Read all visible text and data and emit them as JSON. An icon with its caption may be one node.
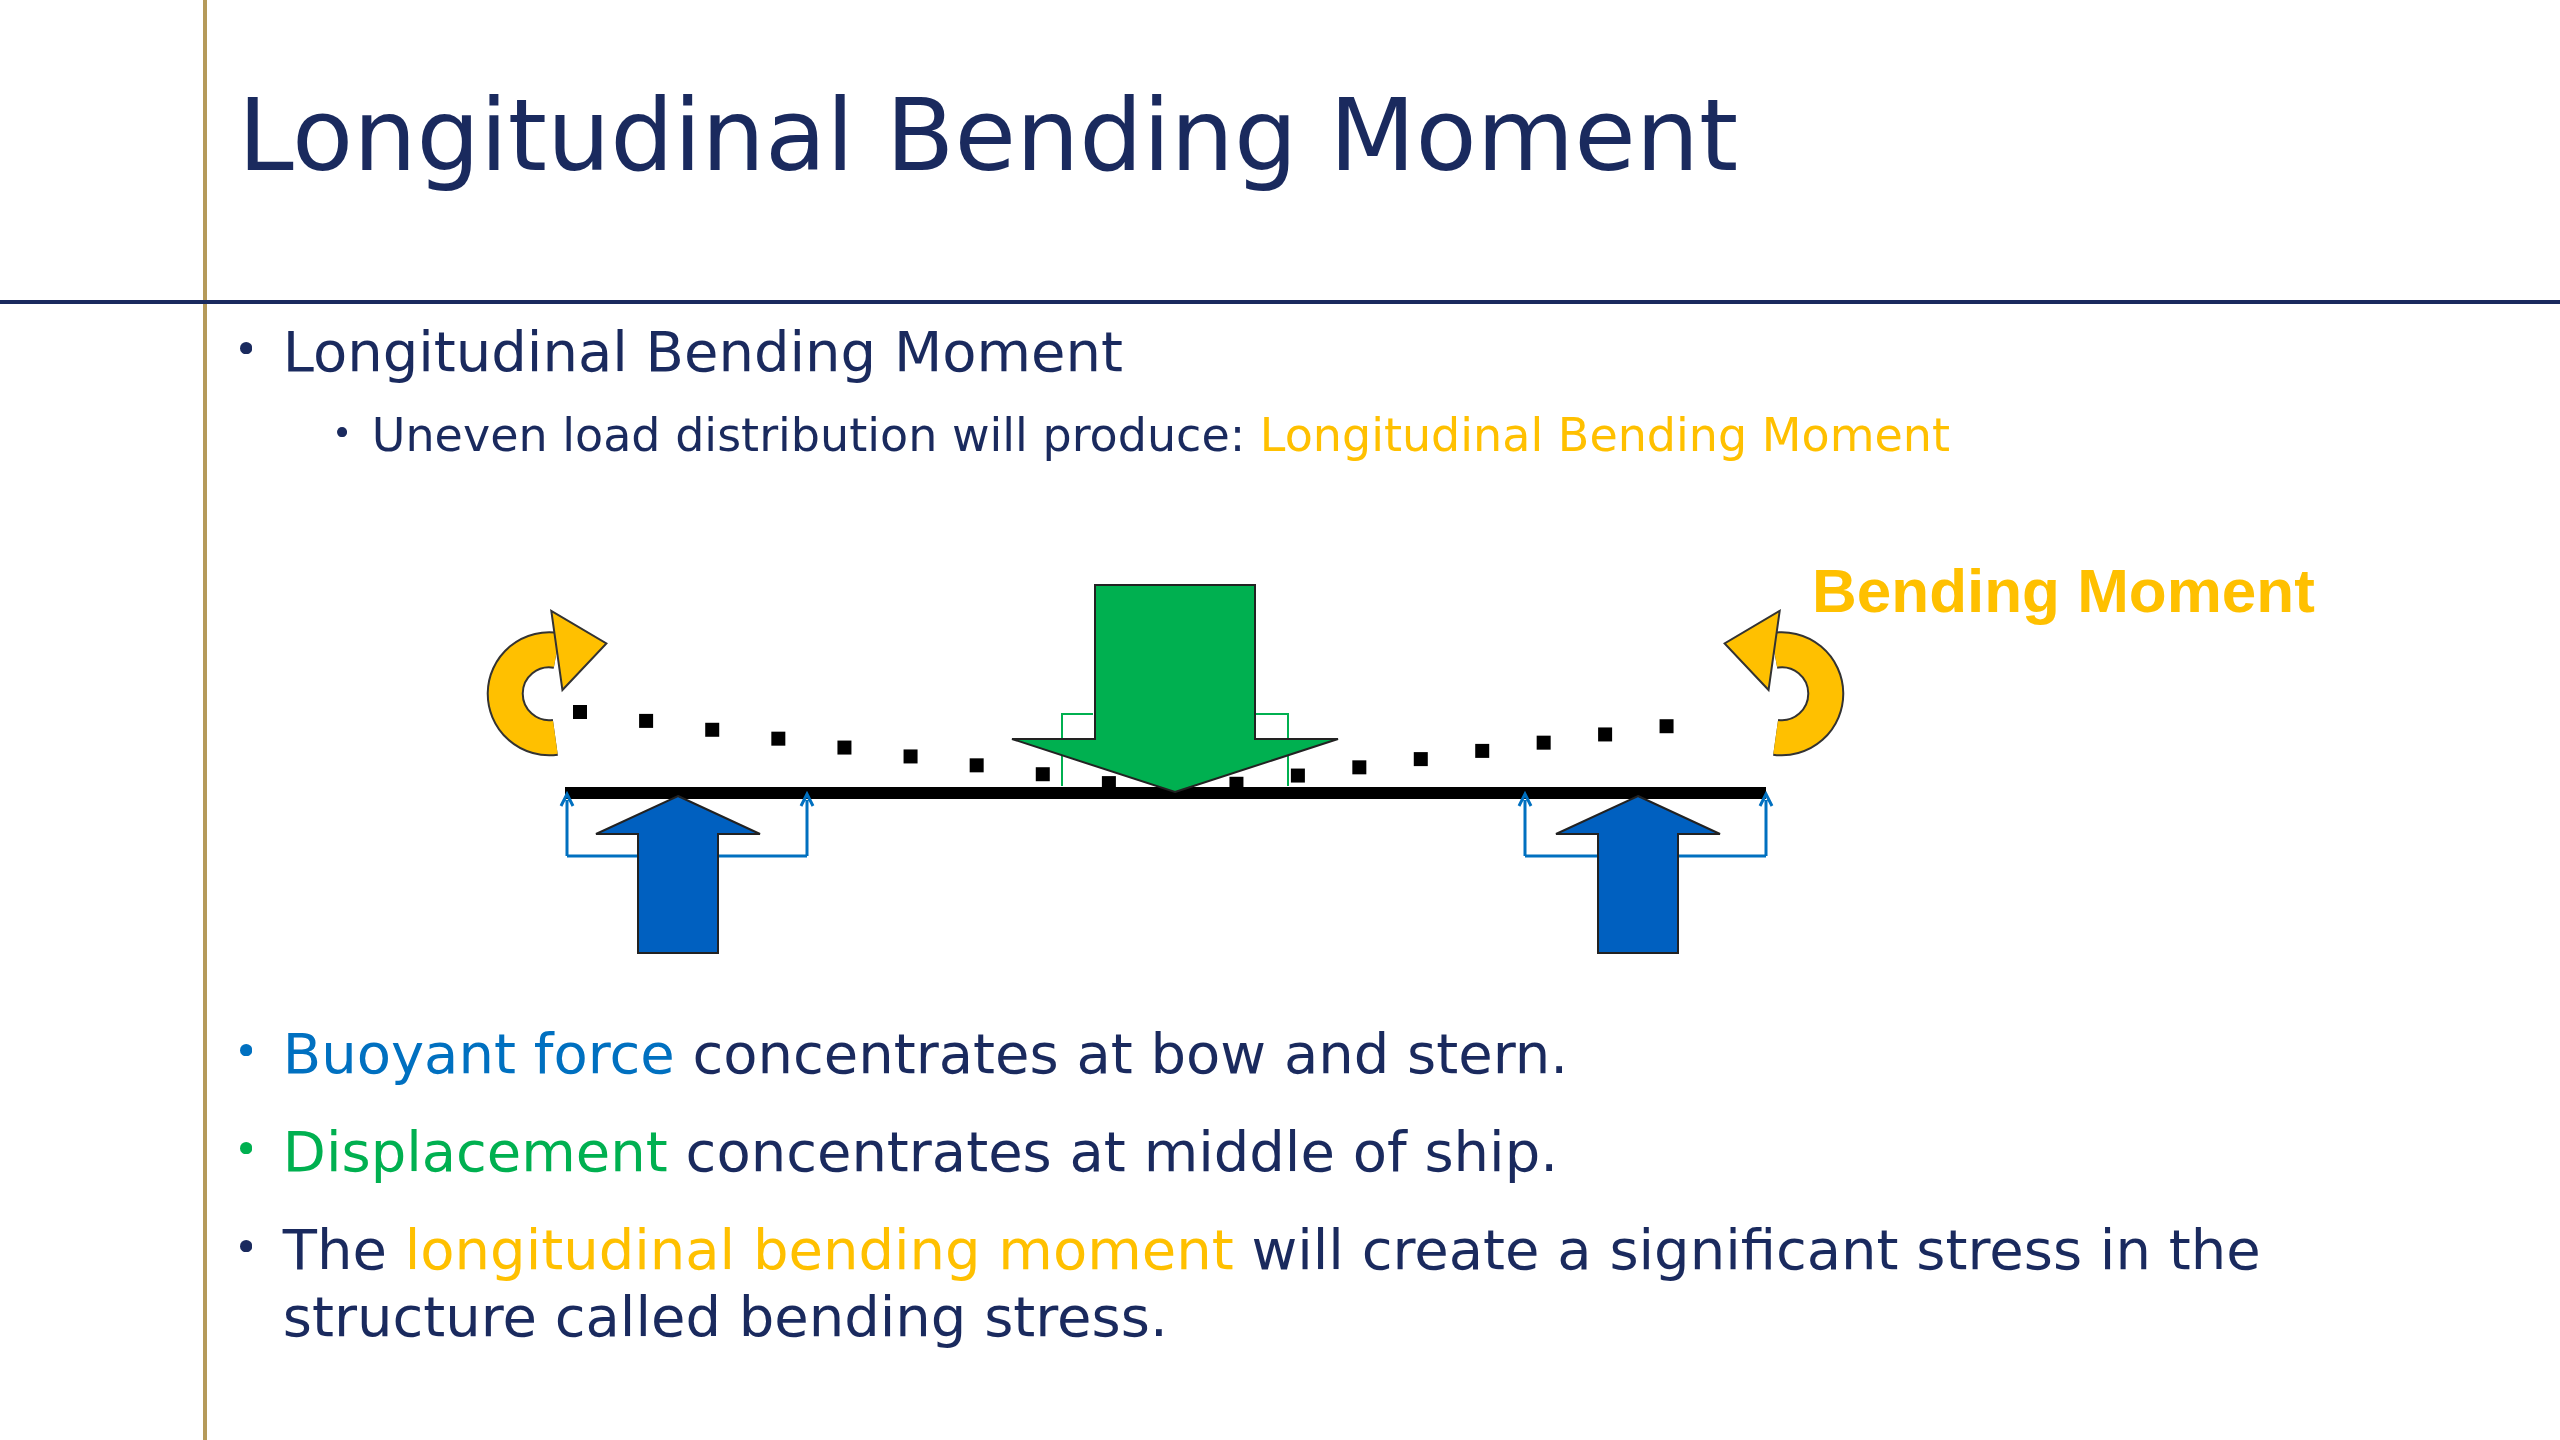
{
  "diagram": {
    "title": "Longitudinal Bending Moment",
    "labels": [
      "Longitudinal Bending Moment",
      "Uneven load distribution will produce:",
      "Longitudinal Bending Moment",
      "Bending Moment",
      "Buoyant force",
      "concentrates at bow and stern.",
      "Displacement",
      "concentrates at middle of ship.",
      "The",
      "longitudinal bending moment",
      "will create a significant stress in the structure called bending stress."
    ]
  }
}
